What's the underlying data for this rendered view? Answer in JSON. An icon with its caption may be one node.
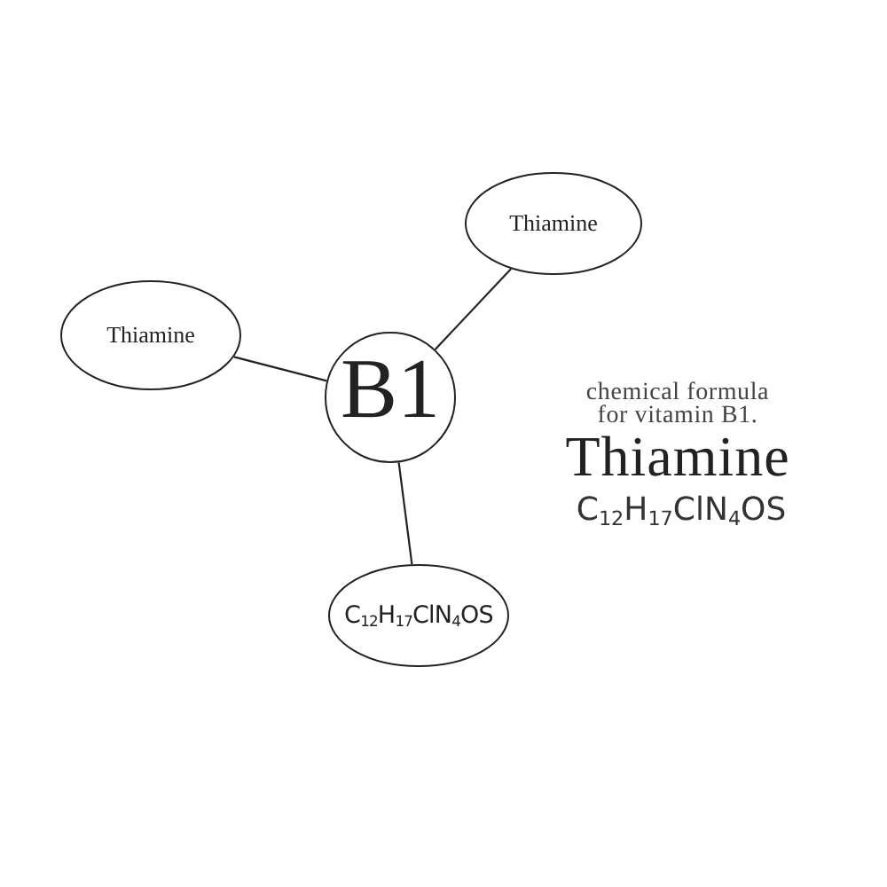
{
  "diagram": {
    "nodes": [
      {
        "text": [
          "Thiamine"
        ]
      },
      {
        "text": [
          "Thiamine"
        ]
      },
      {
        "text": [
          "B1"
        ]
      },
      {
        "text": [
          "C$_{12}$H$_{17}$ClN$_{4}$OS"
        ]
      }
    ],
    "edges": [
      {
        "from": 2,
        "to": 0,
        "arrow": "none"
      },
      {
        "from": 2,
        "to": 1,
        "arrow": "none"
      },
      {
        "from": 2,
        "to": 3,
        "arrow": "none"
      }
    ],
    "labels": [
      "chemical formula for vitamin B1.",
      "Thiamine",
      "C$_{12}$H$_{17}$ClN$_{4}$OS"
    ]
  }
}
